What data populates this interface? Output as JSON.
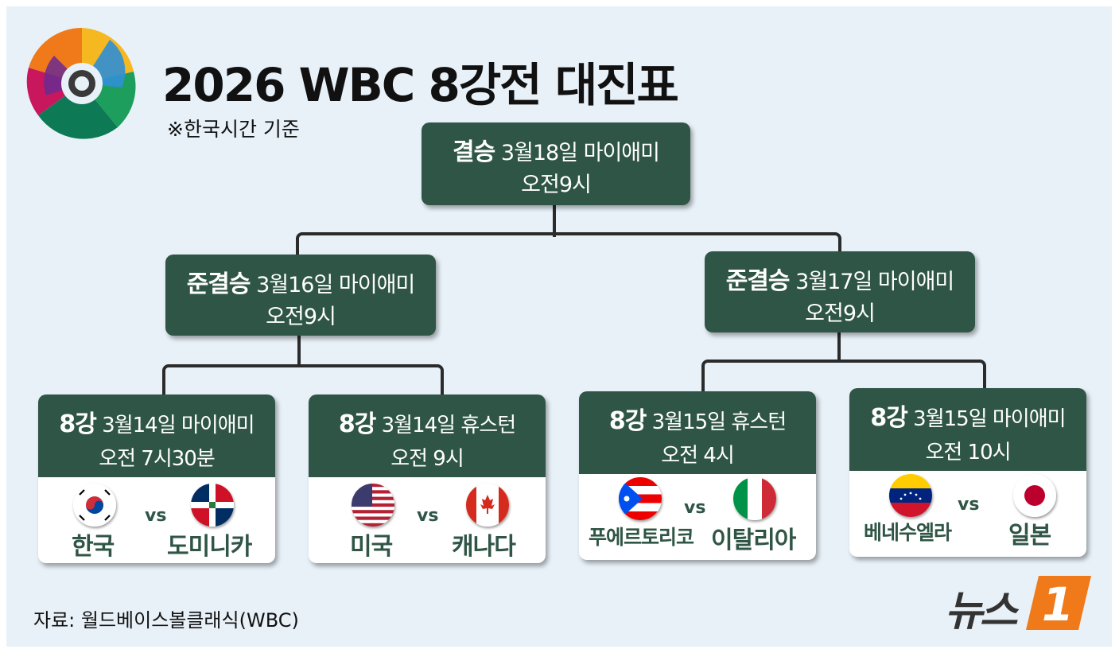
{
  "title": "2026 WBC 8강전 대진표",
  "subtitle": "※한국시간 기준",
  "source": "자료: 월드베이스볼클래식(WBC)",
  "brand": {
    "name": "뉴스",
    "num": "1"
  },
  "colors": {
    "box": "#2f5546",
    "background": "#e8f1f8",
    "brand": "#f07a1a"
  },
  "final": {
    "stage": "결승",
    "date": "3월18일 마이애미",
    "time": "오전9시"
  },
  "semis": [
    {
      "stage": "준결승",
      "date": "3월16일 마이애미",
      "time": "오전9시"
    },
    {
      "stage": "준결승",
      "date": "3월17일 마이애미",
      "time": "오전9시"
    }
  ],
  "quarters": [
    {
      "stage": "8강",
      "date": "3월14일 마이애미",
      "time": "오전 7시30분",
      "vs": "vs",
      "home": {
        "name": "한국",
        "flag": "korea-flag-icon"
      },
      "away": {
        "name": "도미니카",
        "flag": "dominican-flag-icon"
      }
    },
    {
      "stage": "8강",
      "date": "3월14일 휴스턴",
      "time": "오전 9시",
      "vs": "vs",
      "home": {
        "name": "미국",
        "flag": "usa-flag-icon"
      },
      "away": {
        "name": "캐나다",
        "flag": "canada-flag-icon"
      }
    },
    {
      "stage": "8강",
      "date": "3월15일 휴스턴",
      "time": "오전 4시",
      "vs": "vs",
      "home": {
        "name": "푸에르토리코",
        "flag": "puerto-rico-flag-icon"
      },
      "away": {
        "name": "이탈리아",
        "flag": "italy-flag-icon"
      }
    },
    {
      "stage": "8강",
      "date": "3월15일 마이애미",
      "time": "오전 10시",
      "vs": "vs",
      "home": {
        "name": "베네수엘라",
        "flag": "venezuela-flag-icon"
      },
      "away": {
        "name": "일본",
        "flag": "japan-flag-icon"
      }
    }
  ]
}
